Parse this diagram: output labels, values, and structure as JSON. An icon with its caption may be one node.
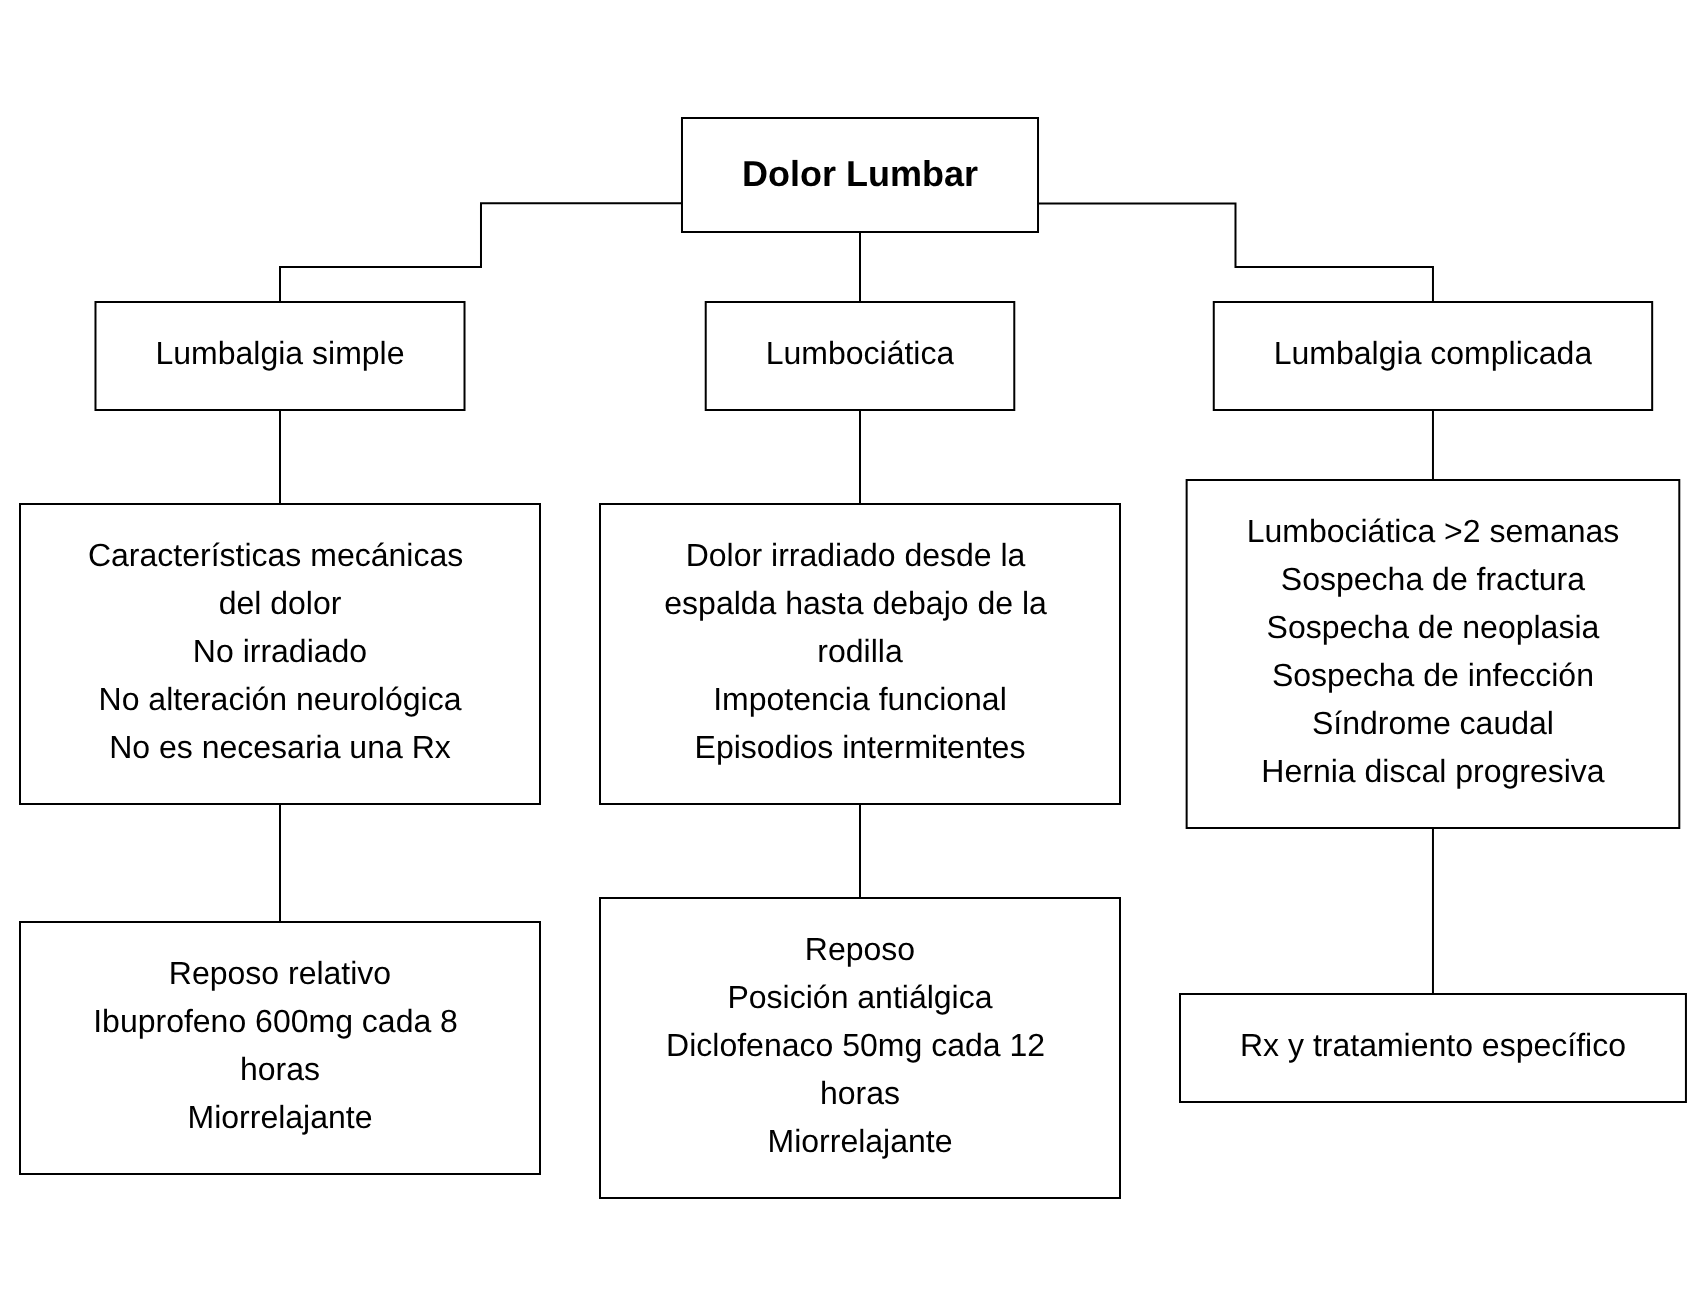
{
  "diagram": {
    "nodes": [
      {
        "text": [
          "Dolor Lumbar"
        ]
      },
      {
        "text": [
          "Lumbalgia simple"
        ]
      },
      {
        "text": [
          "Lumbociática"
        ]
      },
      {
        "text": [
          "Lumbalgia complicada"
        ]
      },
      {
        "text": [
          "Características mecánicas del dolor",
          "No irradiado",
          "No alteración neurológica",
          "No es necesaria una Rx"
        ]
      },
      {
        "text": [
          "Dolor irradiado desde la espalda hasta debajo de la rodilla",
          "Impotencia funcional",
          "Episodios intermitentes"
        ]
      },
      {
        "text": [
          "Lumbociática >2 semanas",
          "Sospecha de fractura",
          "Sospecha de neoplasia",
          "Sospecha de infección",
          "Síndrome caudal",
          "Hernia discal progresiva"
        ]
      },
      {
        "text": [
          "Reposo relativo",
          "Ibuprofeno 600mg cada 8 horas",
          "Miorrelajante"
        ]
      },
      {
        "text": [
          "Reposo",
          "Posición antiálgica",
          "Diclofenaco 50mg cada 12 horas",
          "Miorrelajante"
        ]
      },
      {
        "text": [
          "Rx y tratamiento específico"
        ]
      }
    ],
    "edges": [
      {
        "from": 0,
        "to": 1,
        "arrow": "none"
      },
      {
        "from": 0,
        "to": 2,
        "arrow": "none"
      },
      {
        "from": 0,
        "to": 3,
        "arrow": "none"
      },
      {
        "from": 1,
        "to": 4,
        "arrow": "none"
      },
      {
        "from": 2,
        "to": 5,
        "arrow": "none"
      },
      {
        "from": 3,
        "to": 6,
        "arrow": "none"
      },
      {
        "from": 4,
        "to": 7,
        "arrow": "none"
      },
      {
        "from": 5,
        "to": 8,
        "arrow": "none"
      },
      {
        "from": 6,
        "to": 9,
        "arrow": "none"
      }
    ]
  }
}
